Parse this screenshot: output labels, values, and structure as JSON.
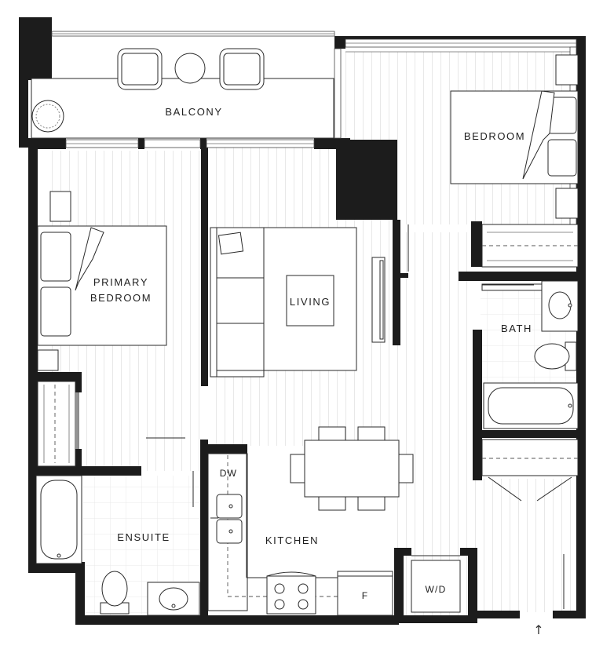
{
  "rooms": {
    "balcony": "BALCONY",
    "bedroom": "BEDROOM",
    "primary_bedroom_line1": "PRIMARY",
    "primary_bedroom_line2": "BEDROOM",
    "living": "LIVING",
    "bath": "BATH",
    "ensuite": "ENSUITE",
    "kitchen": "KITCHEN"
  },
  "fixtures": {
    "dishwasher": "DW",
    "fridge": "F",
    "washer_dryer": "W/D"
  },
  "entry_arrow": "↑",
  "colors": {
    "wall": "#1c1c1c",
    "floor_lines": "#e6e6e6",
    "tile_lines": "#e2e2e2",
    "line": "#2a2a2a"
  }
}
